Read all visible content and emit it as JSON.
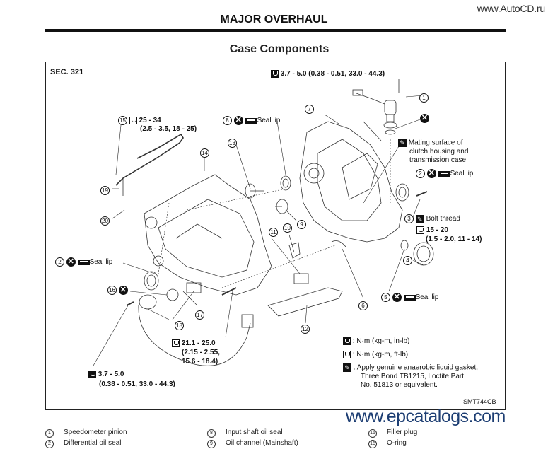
{
  "header": {
    "site_label": "www.AutoCD.ru",
    "page_title": "MAJOR OVERHAUL",
    "section_title": "Case Components"
  },
  "diagram": {
    "section_number": "SEC. 321",
    "figure_code": "SMT744CB",
    "callouts": {
      "c1": {
        "num": "1"
      },
      "c2a": {
        "num": "2",
        "note": "Seal lip"
      },
      "c2b": {
        "num": "2",
        "note": "Seal lip"
      },
      "c3": {
        "num": "3",
        "note": "Bolt thread",
        "torque": "15 - 20",
        "torque_alt": "(1.5 - 2.0, 11 - 14)"
      },
      "c4": {
        "num": "4"
      },
      "c5": {
        "num": "5",
        "note": "Seal lip"
      },
      "c6": {
        "num": "6"
      },
      "c7": {
        "num": "7"
      },
      "c8": {
        "num": "8",
        "note": "Seal lip"
      },
      "c9": {
        "num": "9"
      },
      "c10": {
        "num": "10"
      },
      "c11": {
        "num": "11"
      },
      "c12": {
        "num": "12"
      },
      "c13": {
        "num": "13"
      },
      "c14": {
        "num": "14"
      },
      "c15": {
        "num": "15",
        "torque": "25 - 34",
        "torque_alt": "(2.5 - 3.5, 18 - 25)"
      },
      "c16": {
        "num": "16"
      },
      "c17": {
        "num": "17"
      },
      "c18": {
        "num": "18",
        "torque": "21.1 - 25.0",
        "torque_alt1": "(2.15 - 2.55,",
        "torque_alt2": "15.6 - 18.4)"
      },
      "c19": {
        "num": "19"
      },
      "c20": {
        "num": "20"
      }
    },
    "top_torque": "3.7 - 5.0 (0.38 - 0.51, 33.0 - 44.3)",
    "bottom_torque": "3.7 - 5.0",
    "bottom_torque_alt": "(0.38 - 0.51, 33.0 - 44.3)",
    "mating_note": [
      "Mating surface of",
      "clutch housing and",
      "transmission case"
    ],
    "x_mark": "✕",
    "legend": [
      {
        "icon": "torque-inlb-icon",
        "text": ": N·m (kg-m, in-lb)"
      },
      {
        "icon": "torque-ftlb-icon",
        "text": ": N·m (kg-m, ft-lb)"
      },
      {
        "icon": "sealant-icon",
        "text": ":",
        "lines": [
          "Apply genuine anaerobic liquid gasket,",
          "Three Bond TB1215, Loctite Part",
          "No. 51813 or equivalent."
        ]
      }
    ]
  },
  "watermark": "www.epcatalogs.com",
  "parts_list": [
    {
      "num": "1",
      "name": "Speedometer pinion"
    },
    {
      "num": "2",
      "name": "Differential oil seal"
    },
    {
      "num": "8",
      "name": "Input shaft oil seal"
    },
    {
      "num": "9",
      "name": "Oil channel (Mainshaft)"
    },
    {
      "num": "15",
      "name": "Filler plug"
    },
    {
      "num": "16",
      "name": "O-ring"
    }
  ]
}
